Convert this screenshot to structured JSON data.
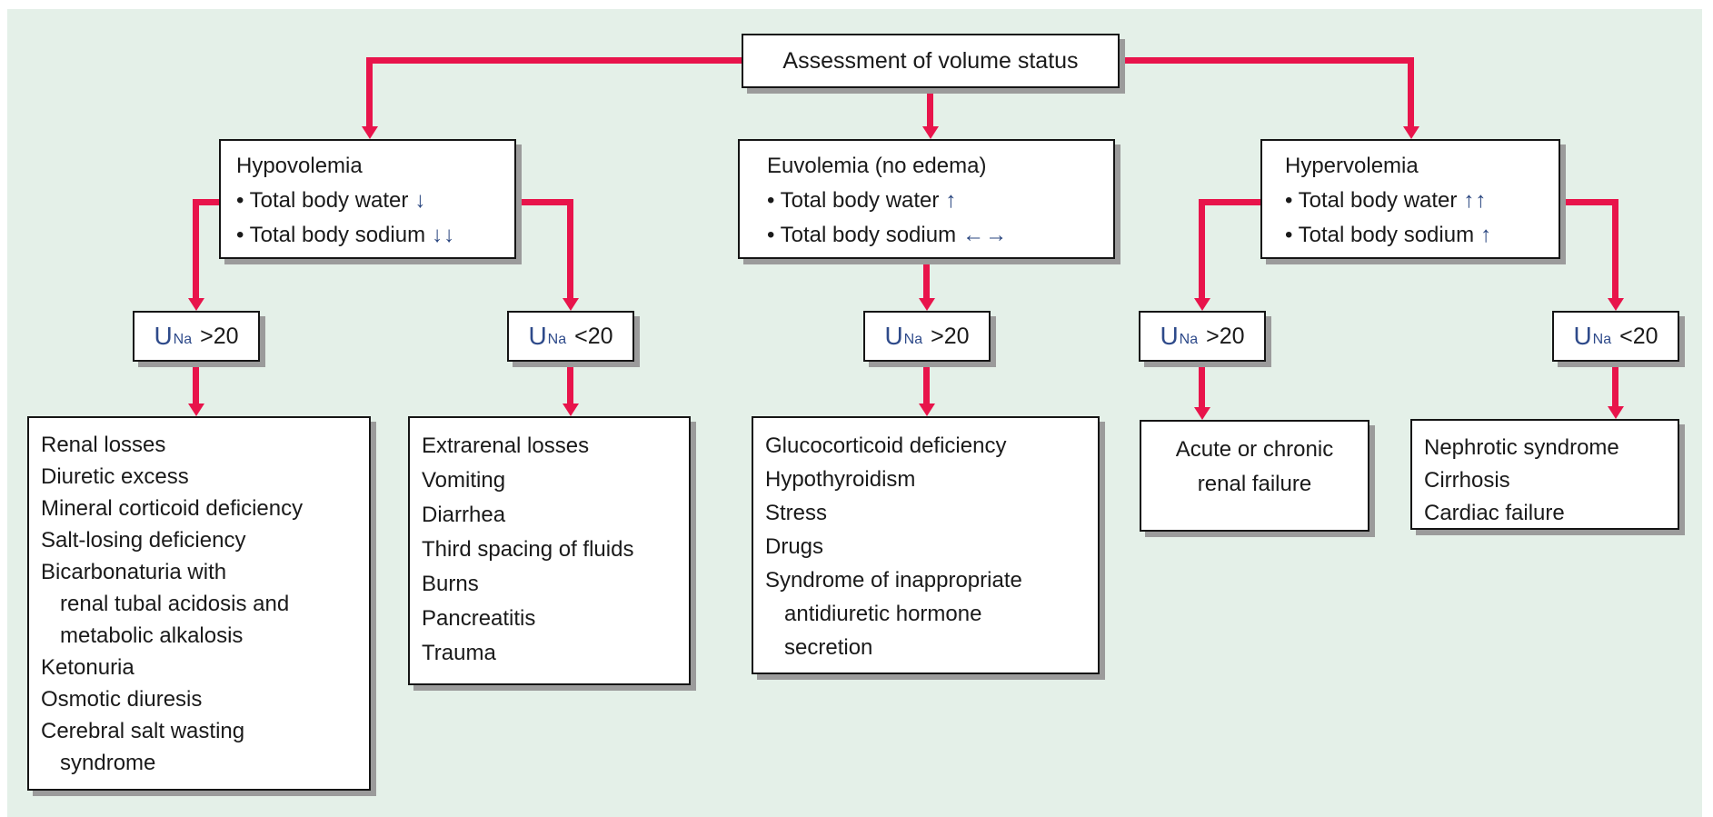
{
  "figure": {
    "type": "flowchart",
    "background_color": "#e4f0e8",
    "connector_color": "#e8144b",
    "box_border_color": "#151515",
    "shadow_color": "#9b9b9b",
    "text_color": "#1a1a1a",
    "arrow_glyph_color": "#29457f",
    "root_box": {
      "label": "Assessment of volume status"
    },
    "volume_boxes": [
      {
        "title": "Hypovolemia",
        "bullets": [
          {
            "label": "• Total body water",
            "arrow": "↓"
          },
          {
            "label": "• Total body sodium",
            "arrow": "↓↓"
          }
        ]
      },
      {
        "title": "Euvolemia (no edema)",
        "bullets": [
          {
            "label": "• Total body water",
            "arrow": "↑"
          },
          {
            "label": "• Total body sodium",
            "arrow": "←→"
          }
        ]
      },
      {
        "title": "Hypervolemia",
        "bullets": [
          {
            "label": "• Total body water",
            "arrow": "↑↑"
          },
          {
            "label": "• Total body sodium",
            "arrow": "↑"
          }
        ]
      }
    ],
    "urine_sodium_boxes": [
      {
        "symbol": "U",
        "subscript": "Na",
        "value": ">20"
      },
      {
        "symbol": "U",
        "subscript": "Na",
        "value": "<20"
      },
      {
        "symbol": "U",
        "subscript": "Na",
        "value": ">20"
      },
      {
        "symbol": "U",
        "subscript": "Na",
        "value": ">20"
      },
      {
        "symbol": "U",
        "subscript": "Na",
        "value": "<20"
      }
    ],
    "outcome_boxes": [
      {
        "lines": [
          "Renal losses",
          "Diuretic excess",
          "Mineral corticoid deficiency",
          "Salt-losing deficiency",
          "Bicarbonaturia with",
          "renal tubal acidosis and",
          "metabolic alkalosis",
          "Ketonuria",
          "Osmotic diuresis",
          "Cerebral salt wasting",
          "syndrome"
        ]
      },
      {
        "lines": [
          "Extrarenal losses",
          "Vomiting",
          "Diarrhea",
          "Third spacing of fluids",
          "Burns",
          "Pancreatitis",
          "Trauma"
        ]
      },
      {
        "lines": [
          "Glucocorticoid deficiency",
          "Hypothyroidism",
          "Stress",
          "Drugs",
          "Syndrome of inappropriate",
          "antidiuretic hormone",
          "secretion"
        ]
      },
      {
        "lines": [
          "Acute or chronic",
          "renal failure"
        ]
      },
      {
        "lines": [
          "Nephrotic syndrome",
          "Cirrhosis",
          "Cardiac failure"
        ]
      }
    ]
  }
}
